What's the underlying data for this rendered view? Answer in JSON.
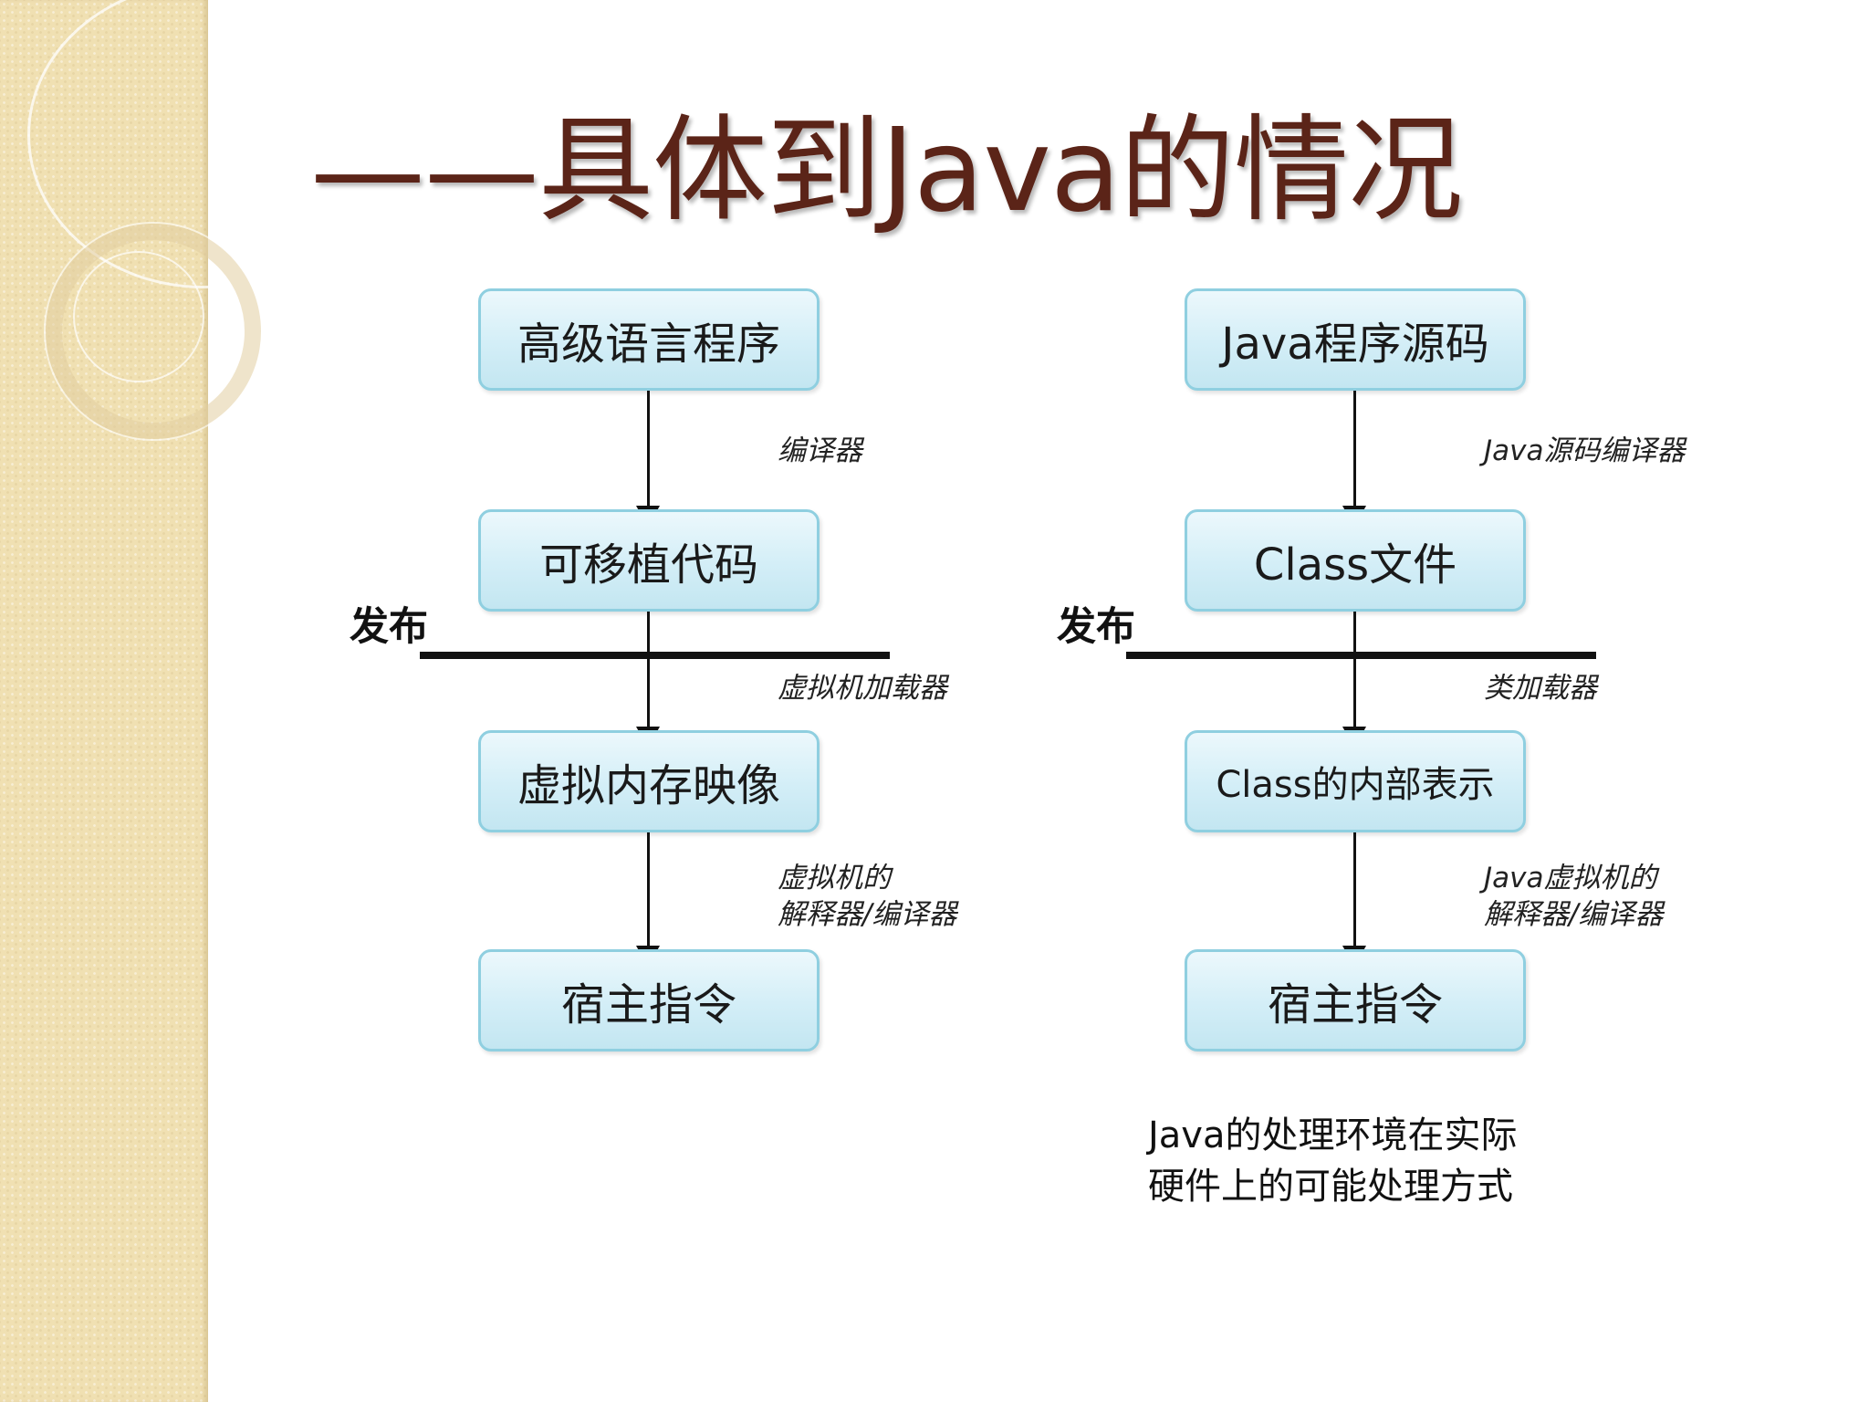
{
  "title": "——具体到Java的情况",
  "left_flow": {
    "nodes": [
      "高级语言程序",
      "可移植代码",
      "虚拟内存映像",
      "宿主指令"
    ],
    "edges": [
      "编译器",
      "虚拟机加载器",
      "虚拟机的",
      "解释器/编译器"
    ],
    "release_label": "发布"
  },
  "right_flow": {
    "nodes": [
      "Java程序源码",
      "Class文件",
      "Class的内部表示",
      "宿主指令"
    ],
    "edges": [
      "Java源码编译器",
      "类加载器",
      "Java虚拟机的",
      "解释器/编译器"
    ],
    "release_label": "发布"
  },
  "caption": {
    "line1": "Java的处理环境在实际",
    "line2": "硬件上的可能处理方式"
  },
  "colors": {
    "title": "#5b2418",
    "node_border": "#8fcfe0",
    "node_fill": "#d3eef7",
    "side_strip": "#f0e0b2"
  }
}
